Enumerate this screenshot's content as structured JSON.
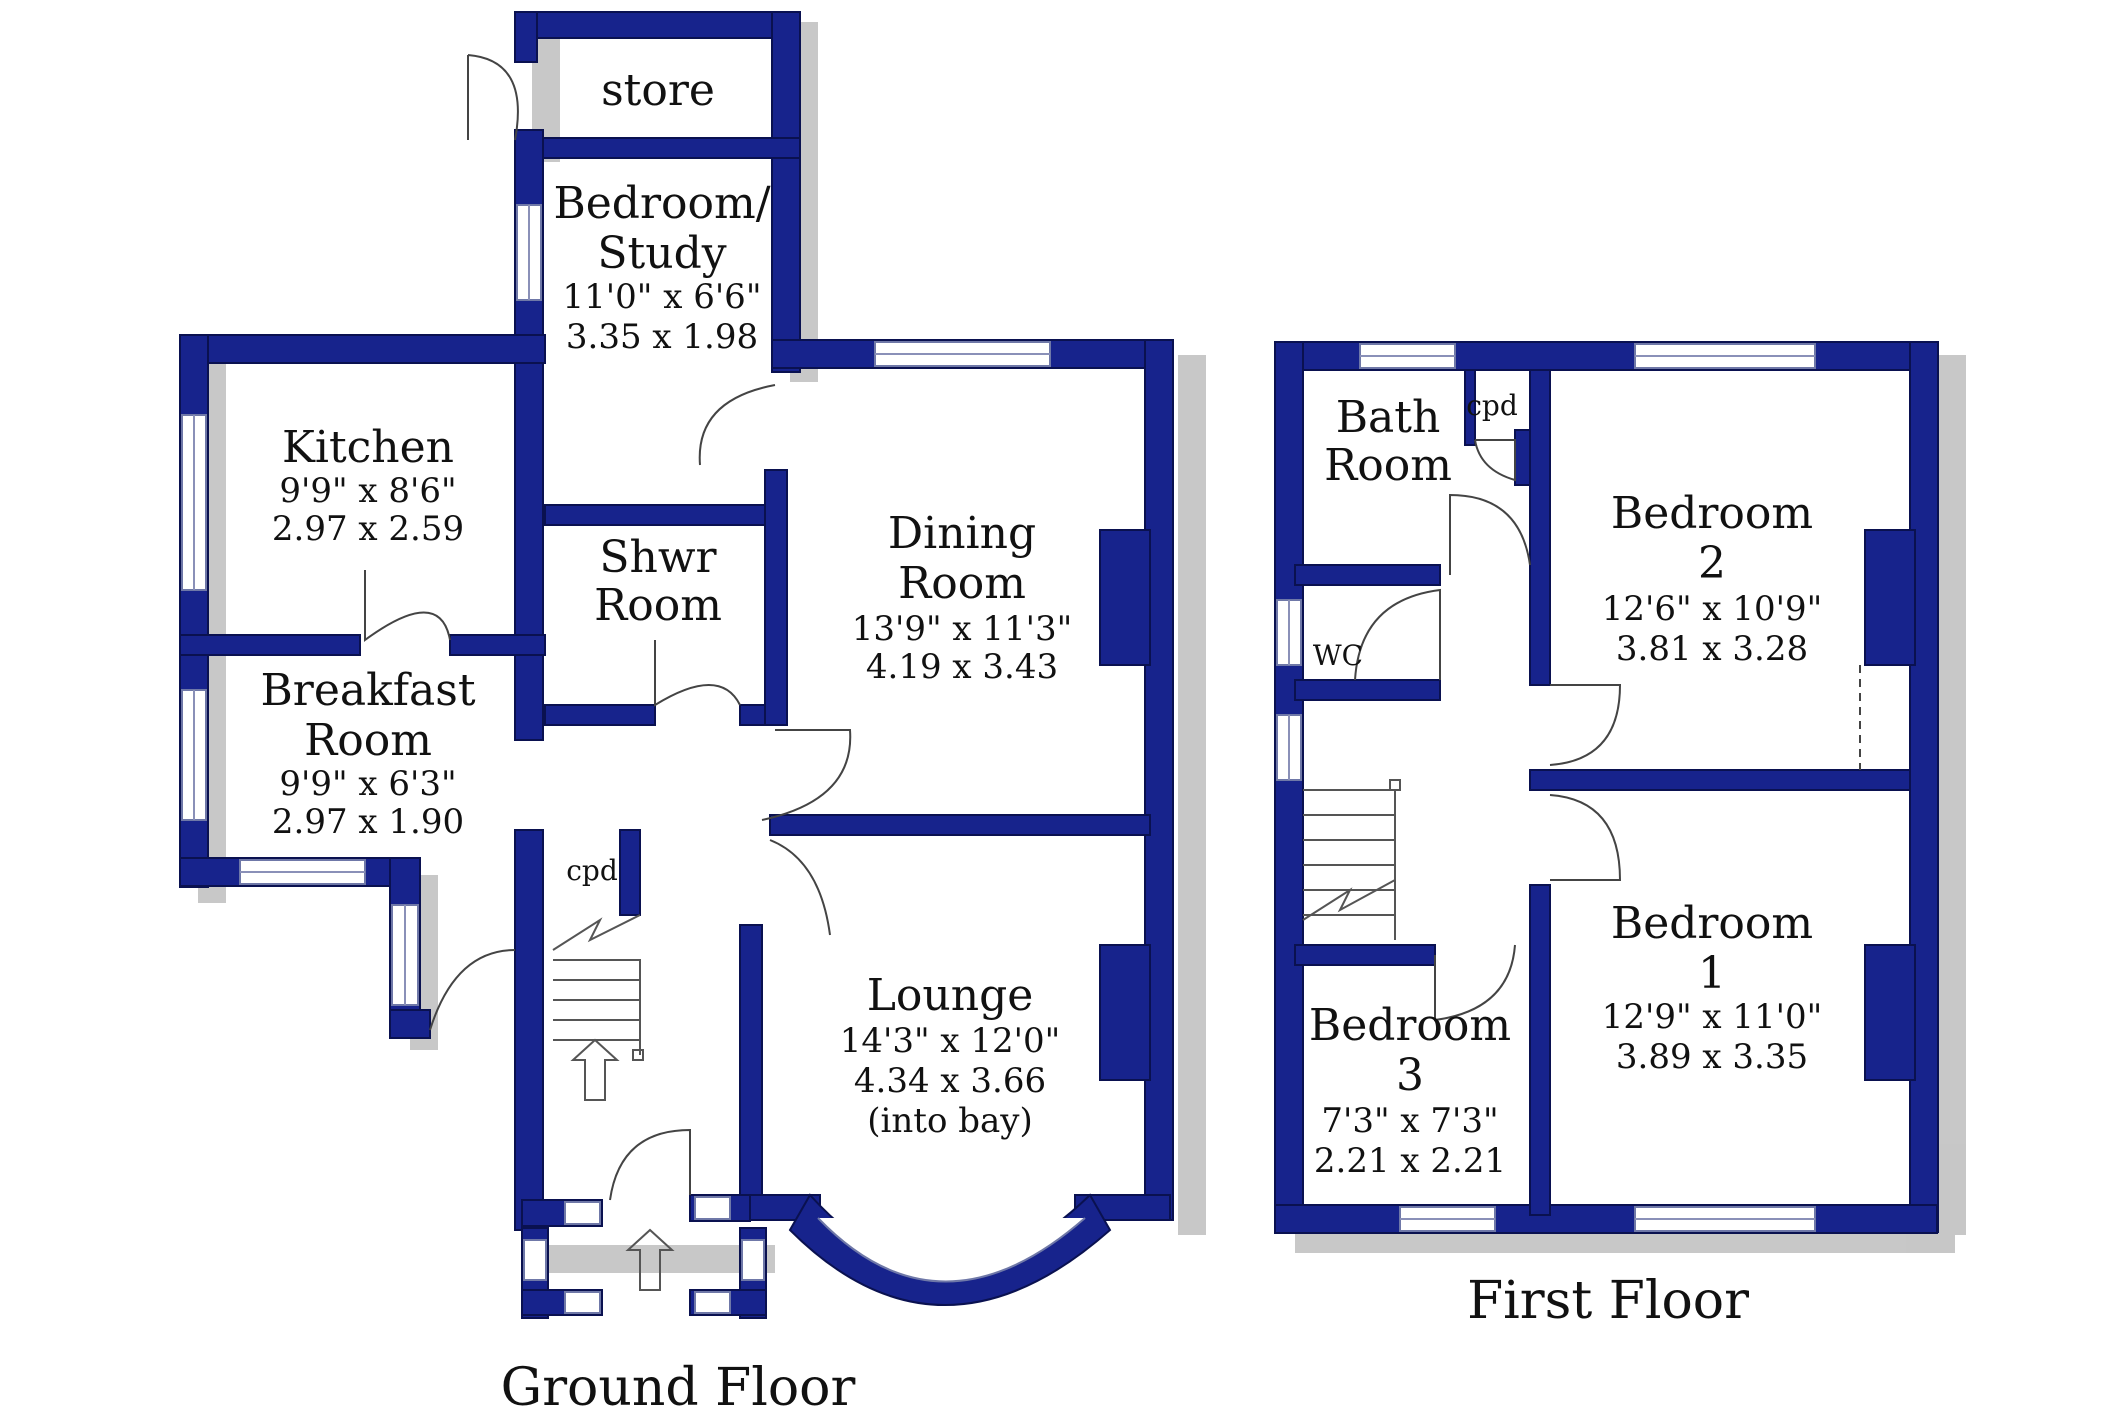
{
  "ground_floor": {
    "title": "Ground Floor",
    "store": "store",
    "bedroom_study": {
      "name1": "Bedroom/",
      "name2": "Study",
      "imperial": "11'0\"  x  6'6\"",
      "metric": "3.35  x  1.98"
    },
    "kitchen": {
      "name": "Kitchen",
      "imperial": "9'9\"  x  8'6\"",
      "metric": "2.97  x  2.59"
    },
    "shower_room": {
      "name1": "Shwr",
      "name2": "Room"
    },
    "dining_room": {
      "name1": "Dining",
      "name2": "Room",
      "imperial": "13'9\"  x  11'3\"",
      "metric": "4.19  x  3.43"
    },
    "breakfast_room": {
      "name1": "Breakfast",
      "name2": "Room",
      "imperial": "9'9\"  x  6'3\"",
      "metric": "2.97  x  1.90"
    },
    "cpd": "cpd",
    "lounge": {
      "name": "Lounge",
      "imperial": "14'3\"  x  12'0\"",
      "metric": "4.34  x  3.66",
      "note": "(into bay)"
    }
  },
  "first_floor": {
    "title": "First Floor",
    "bath_room": {
      "name1": "Bath",
      "name2": "Room"
    },
    "cpd": "cpd",
    "wc": "WC",
    "bedroom2": {
      "name1": "Bedroom",
      "name2": "2",
      "imperial": "12'6\"  x  10'9\"",
      "metric": "3.81  x  3.28"
    },
    "bedroom1": {
      "name1": "Bedroom",
      "name2": "1",
      "imperial": "12'9\"  x  11'0\"",
      "metric": "3.89  x  3.35"
    },
    "bedroom3": {
      "name1": "Bedroom",
      "name2": "3",
      "imperial": "7'3\"  x  7'3\"",
      "metric": "2.21  x  2.21"
    }
  },
  "colors": {
    "wall": "#17238c",
    "background": "#ffffff"
  }
}
